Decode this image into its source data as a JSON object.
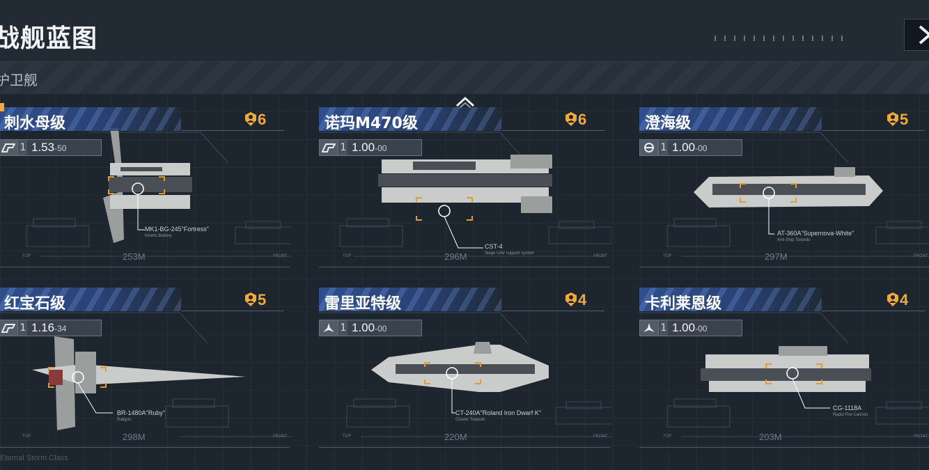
{
  "header": {
    "title": "战舰蓝图",
    "subtitle": "护卫舰"
  },
  "colors": {
    "accent_orange": "#f2a93b",
    "header_blue": "#2f4f8c",
    "background": "#1d252e"
  },
  "icons": {
    "close": "close-icon",
    "collapse": "chevron-up-icon",
    "crew": "crew-emblem-icon"
  },
  "cards": [
    {
      "name": "刺水母级",
      "crew": "6",
      "stat_main": "1.53",
      "stat_sub": "-50",
      "stat_one": "1",
      "weapon": "MK1-BG-245\"Fortress\"",
      "weapon_desc": "Kinetic Battery",
      "length": "253M",
      "top_label": "TOP",
      "front_label": "FRONT"
    },
    {
      "name": "诺玛M470级",
      "crew": "6",
      "stat_main": "1.00",
      "stat_sub": "-00",
      "stat_one": "1",
      "weapon": "CST-4",
      "weapon_desc": "Siege UAV support system",
      "length": "296M",
      "top_label": "TOP",
      "front_label": "FRONT"
    },
    {
      "name": "澄海级",
      "crew": "5",
      "stat_main": "1.00",
      "stat_sub": "-00",
      "stat_one": "1",
      "weapon": "AT-360A\"Supernova-White\"",
      "weapon_desc": "Anti-Ship Torpedo",
      "length": "297M",
      "top_label": "TOP",
      "front_label": "FRONT"
    },
    {
      "name": "红宝石级",
      "crew": "5",
      "stat_main": "1.16",
      "stat_sub": "-34",
      "stat_one": "1",
      "weapon": "BR-1480A\"Ruby\"",
      "weapon_desc": "Railgun",
      "length": "298M",
      "top_label": "TOP",
      "front_label": "FRONT"
    },
    {
      "name": "雷里亚特级",
      "crew": "4",
      "stat_main": "1.00",
      "stat_sub": "-00",
      "stat_one": "1",
      "weapon": "CT-240A\"Roland Iron Dwarf K\"",
      "weapon_desc": "Cluster Torpedo",
      "length": "220M",
      "top_label": "TOP",
      "front_label": "FRONT"
    },
    {
      "name": "卡利莱恩级",
      "crew": "4",
      "stat_main": "1.00",
      "stat_sub": "-00",
      "stat_one": "1",
      "weapon": "CG-1118A",
      "weapon_desc": "Rapid Fire Cannon",
      "length": "203M",
      "top_label": "TOP",
      "front_label": "FRONT"
    }
  ],
  "footer_ghost": "Eternal Storm Class"
}
